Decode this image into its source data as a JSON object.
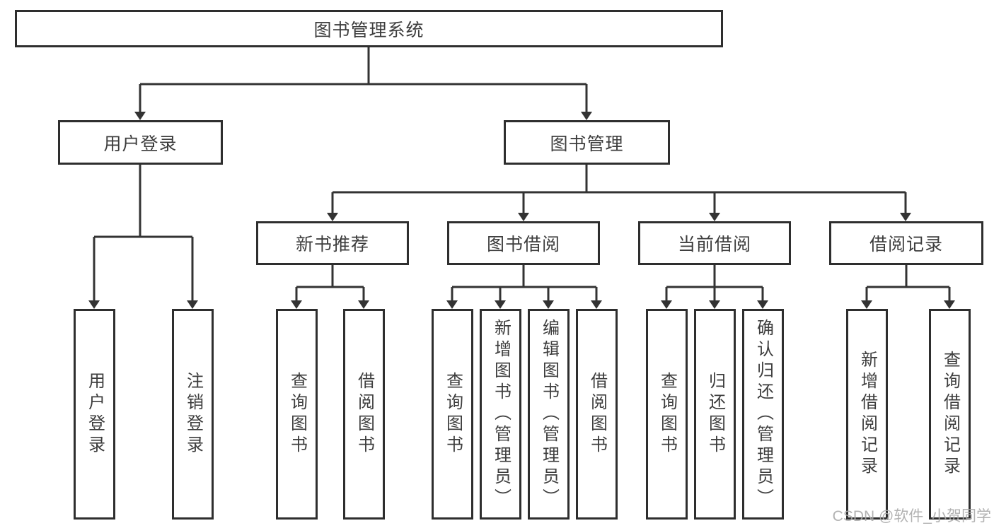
{
  "tree": {
    "label": "图书管理系统",
    "children": [
      {
        "label": "用户登录",
        "children": [
          {
            "label": "用户登录"
          },
          {
            "label": "注销登录"
          }
        ]
      },
      {
        "label": "图书管理",
        "children": [
          {
            "label": "新书推荐",
            "children": [
              {
                "label": "查询图书"
              },
              {
                "label": "借阅图书"
              }
            ]
          },
          {
            "label": "图书借阅",
            "children": [
              {
                "label": "查询图书"
              },
              {
                "label": "新增图书（管理员）"
              },
              {
                "label": "编辑图书（管理员）"
              },
              {
                "label": "借阅图书"
              }
            ]
          },
          {
            "label": "当前借阅",
            "children": [
              {
                "label": "查询图书"
              },
              {
                "label": "归还图书"
              },
              {
                "label": "确认归还（管理员）"
              }
            ]
          },
          {
            "label": "借阅记录",
            "children": [
              {
                "label": "新增借阅记录"
              },
              {
                "label": "查询借阅记录"
              }
            ]
          }
        ]
      }
    ]
  },
  "watermark": {
    "text": "CSDN @软件_小贺同学"
  },
  "colors": {
    "line": "#333333",
    "box_border": "#2e2e2e",
    "text": "#3d3d3d",
    "background": "#ffffff",
    "watermark": "#aaaaaa"
  }
}
